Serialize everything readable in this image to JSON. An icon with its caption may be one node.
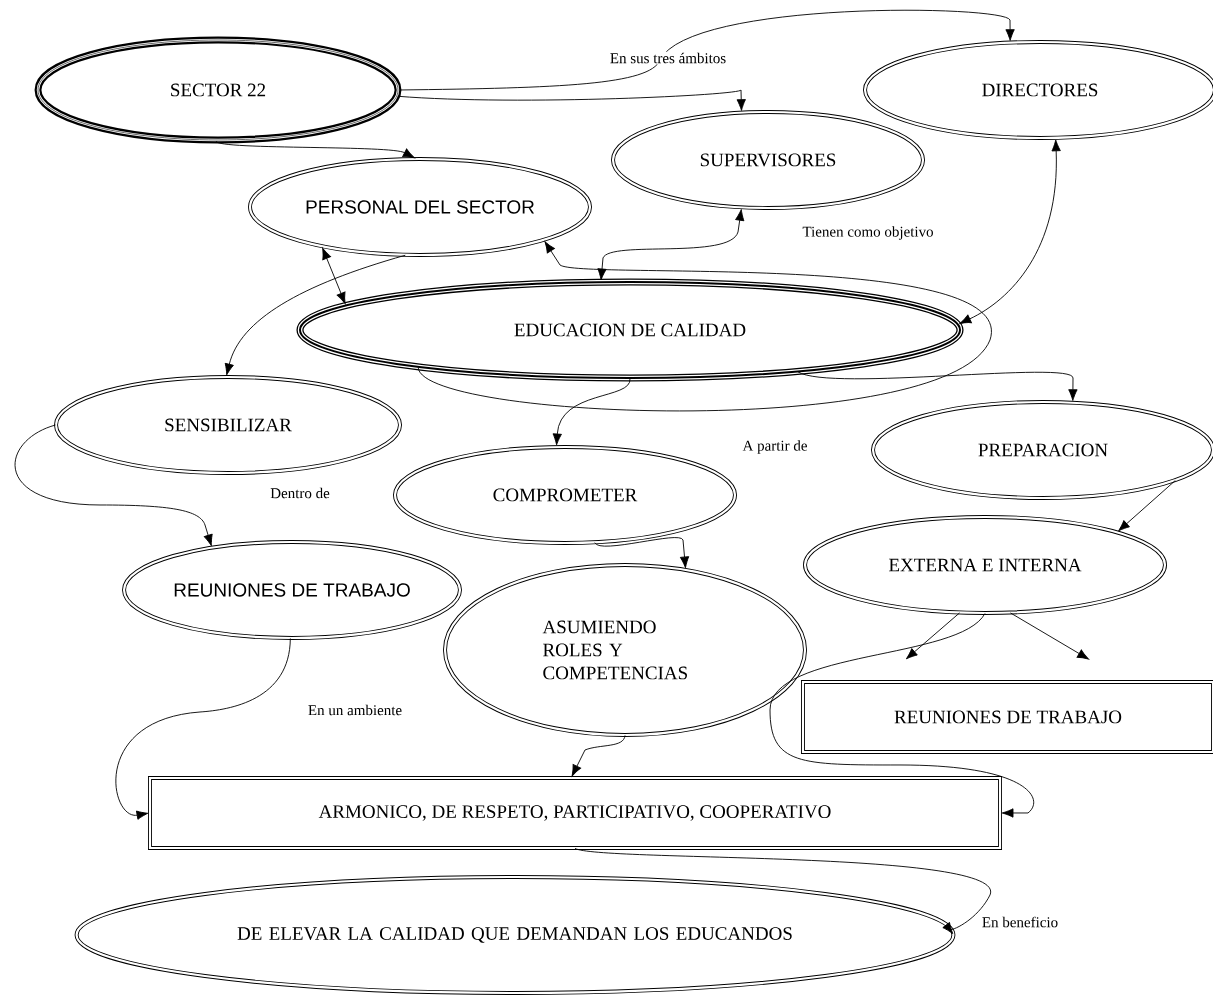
{
  "diagram": {
    "nodes": [
      {
        "text": [
          "SECTOR 22"
        ]
      },
      {
        "text": [
          "DIRECTORES"
        ]
      },
      {
        "text": [
          "SUPERVISORES"
        ]
      },
      {
        "text": [
          "PERSONAL DEL SECTOR"
        ]
      },
      {
        "text": [
          "EDUCACION DE CALIDAD"
        ]
      },
      {
        "text": [
          "SENSIBILIZAR"
        ]
      },
      {
        "text": [
          "PREPARACION"
        ]
      },
      {
        "text": [
          "COMPROMETER"
        ]
      },
      {
        "text": [
          "EXTERNA E INTERNA"
        ]
      },
      {
        "text": [
          "REUNIONES DE TRABAJO"
        ]
      },
      {
        "text": [
          "ASUMIENDO ROLES Y COMPETENCIAS"
        ]
      },
      {
        "text": [
          "REUNIONES DE TRABAJO"
        ]
      },
      {
        "text": [
          "ARMONICO, DE RESPETO, PARTICIPATIVO, COOPERATIVO"
        ]
      },
      {
        "text": [
          "DE ELEVAR LA CALIDAD QUE DEMANDAN LOS EDUCANDOS"
        ]
      }
    ],
    "edges": [
      {
        "from": 0,
        "to": 1,
        "arrow": "to",
        "label": "En sus tres ámbitos"
      },
      {
        "from": 0,
        "to": 2,
        "arrow": "to"
      },
      {
        "from": 0,
        "to": 3,
        "arrow": "to"
      },
      {
        "from": 2,
        "to": 4,
        "arrow": "both",
        "label": "Tienen como objetivo"
      },
      {
        "from": 1,
        "to": 4,
        "arrow": "both"
      },
      {
        "from": 3,
        "to": 4,
        "arrow": "both"
      },
      {
        "from": 4,
        "to": 3,
        "arrow": "to"
      },
      {
        "from": 3,
        "to": 5,
        "arrow": "to"
      },
      {
        "from": 4,
        "to": 7,
        "arrow": "to"
      },
      {
        "from": 4,
        "to": 6,
        "arrow": "to"
      },
      {
        "from": 5,
        "to": 9,
        "arrow": "to"
      },
      {
        "from": 6,
        "to": 8,
        "arrow": "to"
      },
      {
        "from": 7,
        "to": 10,
        "arrow": "to"
      },
      {
        "from": 8,
        "to": null,
        "arrow": "to"
      },
      {
        "from": 8,
        "to": null,
        "arrow": "to"
      },
      {
        "from": 8,
        "to": 12,
        "arrow": "to"
      },
      {
        "from": 9,
        "to": 12,
        "arrow": "to",
        "label": "En un ambiente"
      },
      {
        "from": 10,
        "to": 12,
        "arrow": "to"
      },
      {
        "from": 12,
        "to": 13,
        "arrow": "to",
        "label": "En beneficio"
      }
    ],
    "labels": [
      "A partir de",
      "Dentro de"
    ]
  }
}
